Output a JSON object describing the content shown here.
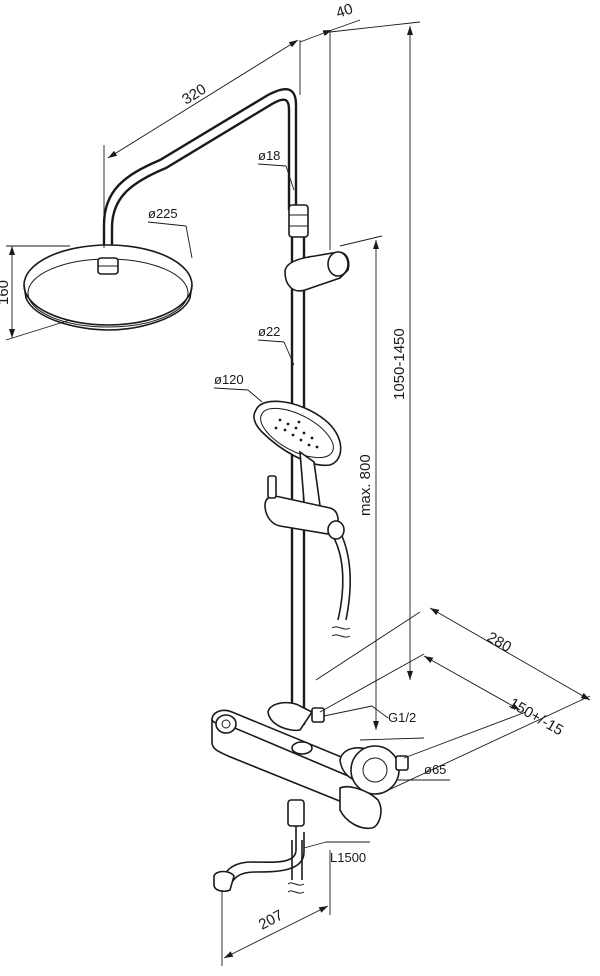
{
  "diagram": {
    "dimensions": {
      "top_offset": "40",
      "arm_length": "320",
      "arm_diameter": "ø18",
      "head_diameter": "ø225",
      "head_height": "160",
      "riser_height": "1050-1450",
      "riser_diameter": "ø22",
      "hand_shower_diameter": "ø120",
      "slider_travel": "max. 800",
      "depth": "280",
      "connection_spacing": "150+/-15",
      "thread": "G1/2",
      "eccentric_diameter": "ø65",
      "hose_length": "L1500",
      "spout_length": "207"
    }
  }
}
